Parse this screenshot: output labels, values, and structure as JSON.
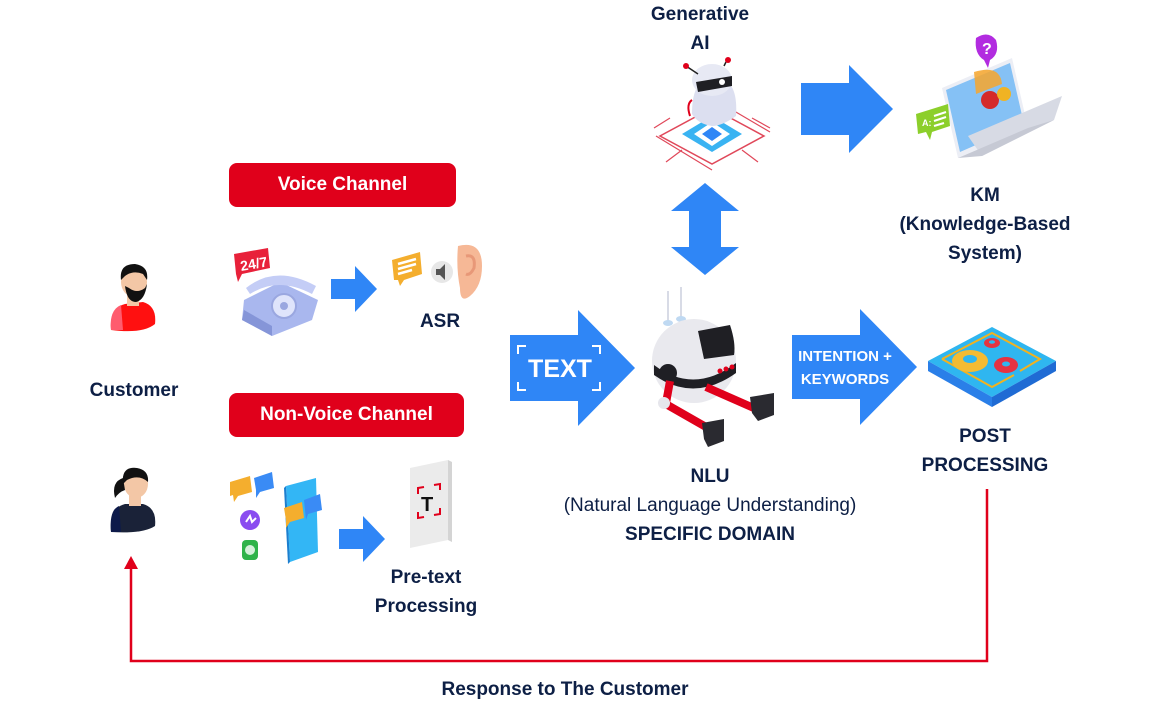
{
  "diagram": {
    "colors": {
      "arrow_blue": "#2f86f6",
      "channel_red": "#e0001b",
      "text_navy": "#0d1f45",
      "loop_red": "#e0001b"
    },
    "nodes": {
      "customer": {
        "label": "Customer",
        "icons": [
          "male-customer-icon",
          "female-customer-icon"
        ]
      },
      "voice_channel": {
        "label": "Voice Channel",
        "icon": "telephone-24-7-icon"
      },
      "non_voice_channel": {
        "label": "Non-Voice Channel",
        "icon": "chat-apps-smartphone-icon"
      },
      "asr": {
        "label": "ASR",
        "icon": "speech-sound-ear-icon"
      },
      "pretext": {
        "line1": "Pre-text",
        "line2": "Processing",
        "icon": "text-document-icon"
      },
      "nlu": {
        "title": "NLU",
        "subtitle": "(Natural Language Understanding)",
        "domain": "SPECIFIC DOMAIN",
        "icon": "nlu-robot-icon"
      },
      "generative_ai": {
        "line1": "Generative",
        "line2": "AI",
        "icon": "ai-robot-chip-icon"
      },
      "km": {
        "line1": "KM",
        "line2": "(Knowledge-Based",
        "line3": "System)",
        "icon": "laptop-knowledge-icon"
      },
      "post_processing": {
        "line1": "POST",
        "line2": "PROCESSING",
        "icon": "gears-board-icon"
      }
    },
    "edges": {
      "text_arrow": {
        "label": "TEXT"
      },
      "intention_arrow": {
        "line1": "INTENTION +",
        "line2": "KEYWORDS"
      },
      "response_loop": {
        "label": "Response to The Customer"
      }
    }
  }
}
